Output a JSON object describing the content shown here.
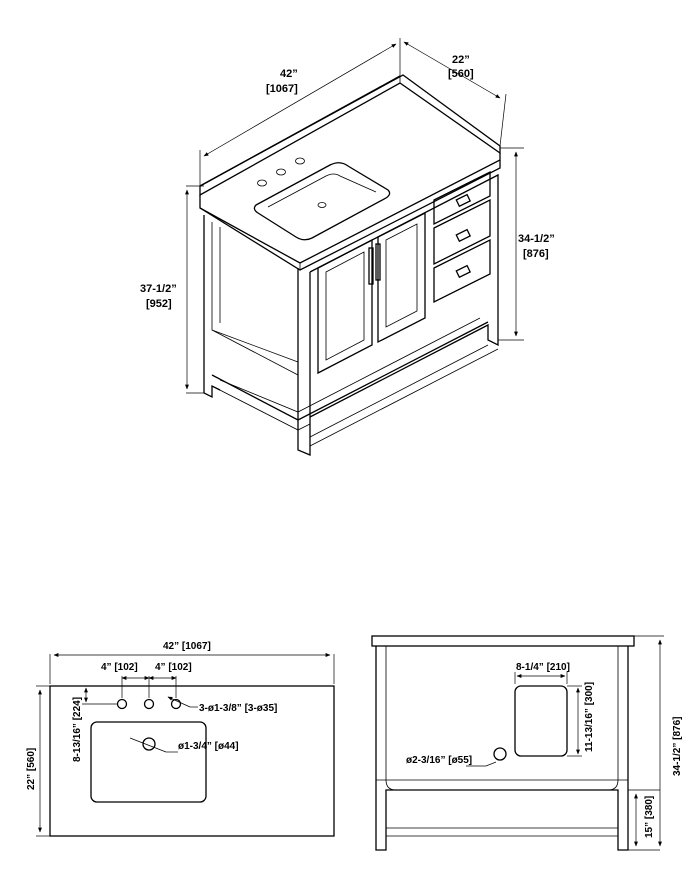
{
  "iso_view": {
    "width": "42”",
    "width_mm": "[1067]",
    "depth": "22”",
    "depth_mm": "[560]",
    "overall_height": "37-1/2”",
    "overall_height_mm": "[952]",
    "counter_height": "34-1/2”",
    "counter_height_mm": "[876]"
  },
  "top_view": {
    "width": "42” [1067]",
    "hole_spacing_left": "4” [102]",
    "hole_spacing_right": "4” [102]",
    "faucet_holes": "3-ø1-3/8” [3-ø35]",
    "drain": "ø1-3/4” [ø44]",
    "hole_setback": "8-13/16” [224]",
    "depth": "22” [560]"
  },
  "back_view": {
    "cutout_width": "8-1/4” [210]",
    "cutout_height": "11-13/16” [300]",
    "pipe_hole": "ø2-3/16” [ø55]",
    "shelf_height": "15” [380]",
    "counter_height": "34-1/2” [876]"
  }
}
